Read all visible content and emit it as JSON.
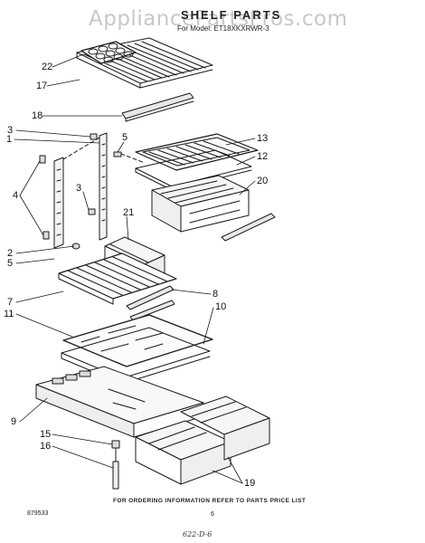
{
  "watermark": "AppliancePartsPros.com",
  "title": "SHELF PARTS",
  "model_line": "For Model: ET18XKXRWR-3",
  "callouts": {
    "c22": "22",
    "c17": "17",
    "c18": "18",
    "c3a": "3",
    "c1": "1",
    "c5a": "5",
    "c13": "13",
    "c12": "12",
    "c20": "20",
    "c4": "4",
    "c3b": "3",
    "c21": "21",
    "c2": "2",
    "c5b": "5",
    "c7": "7",
    "c8": "8",
    "c11": "11",
    "c10": "10",
    "c9": "9",
    "c15": "15",
    "c16": "16",
    "c19": "19"
  },
  "footer_note": "FOR ORDERING INFORMATION REFER TO PARTS PRICE LIST",
  "diagram_code": "879533",
  "page_number": "6",
  "handwritten_note": "622-D-6"
}
